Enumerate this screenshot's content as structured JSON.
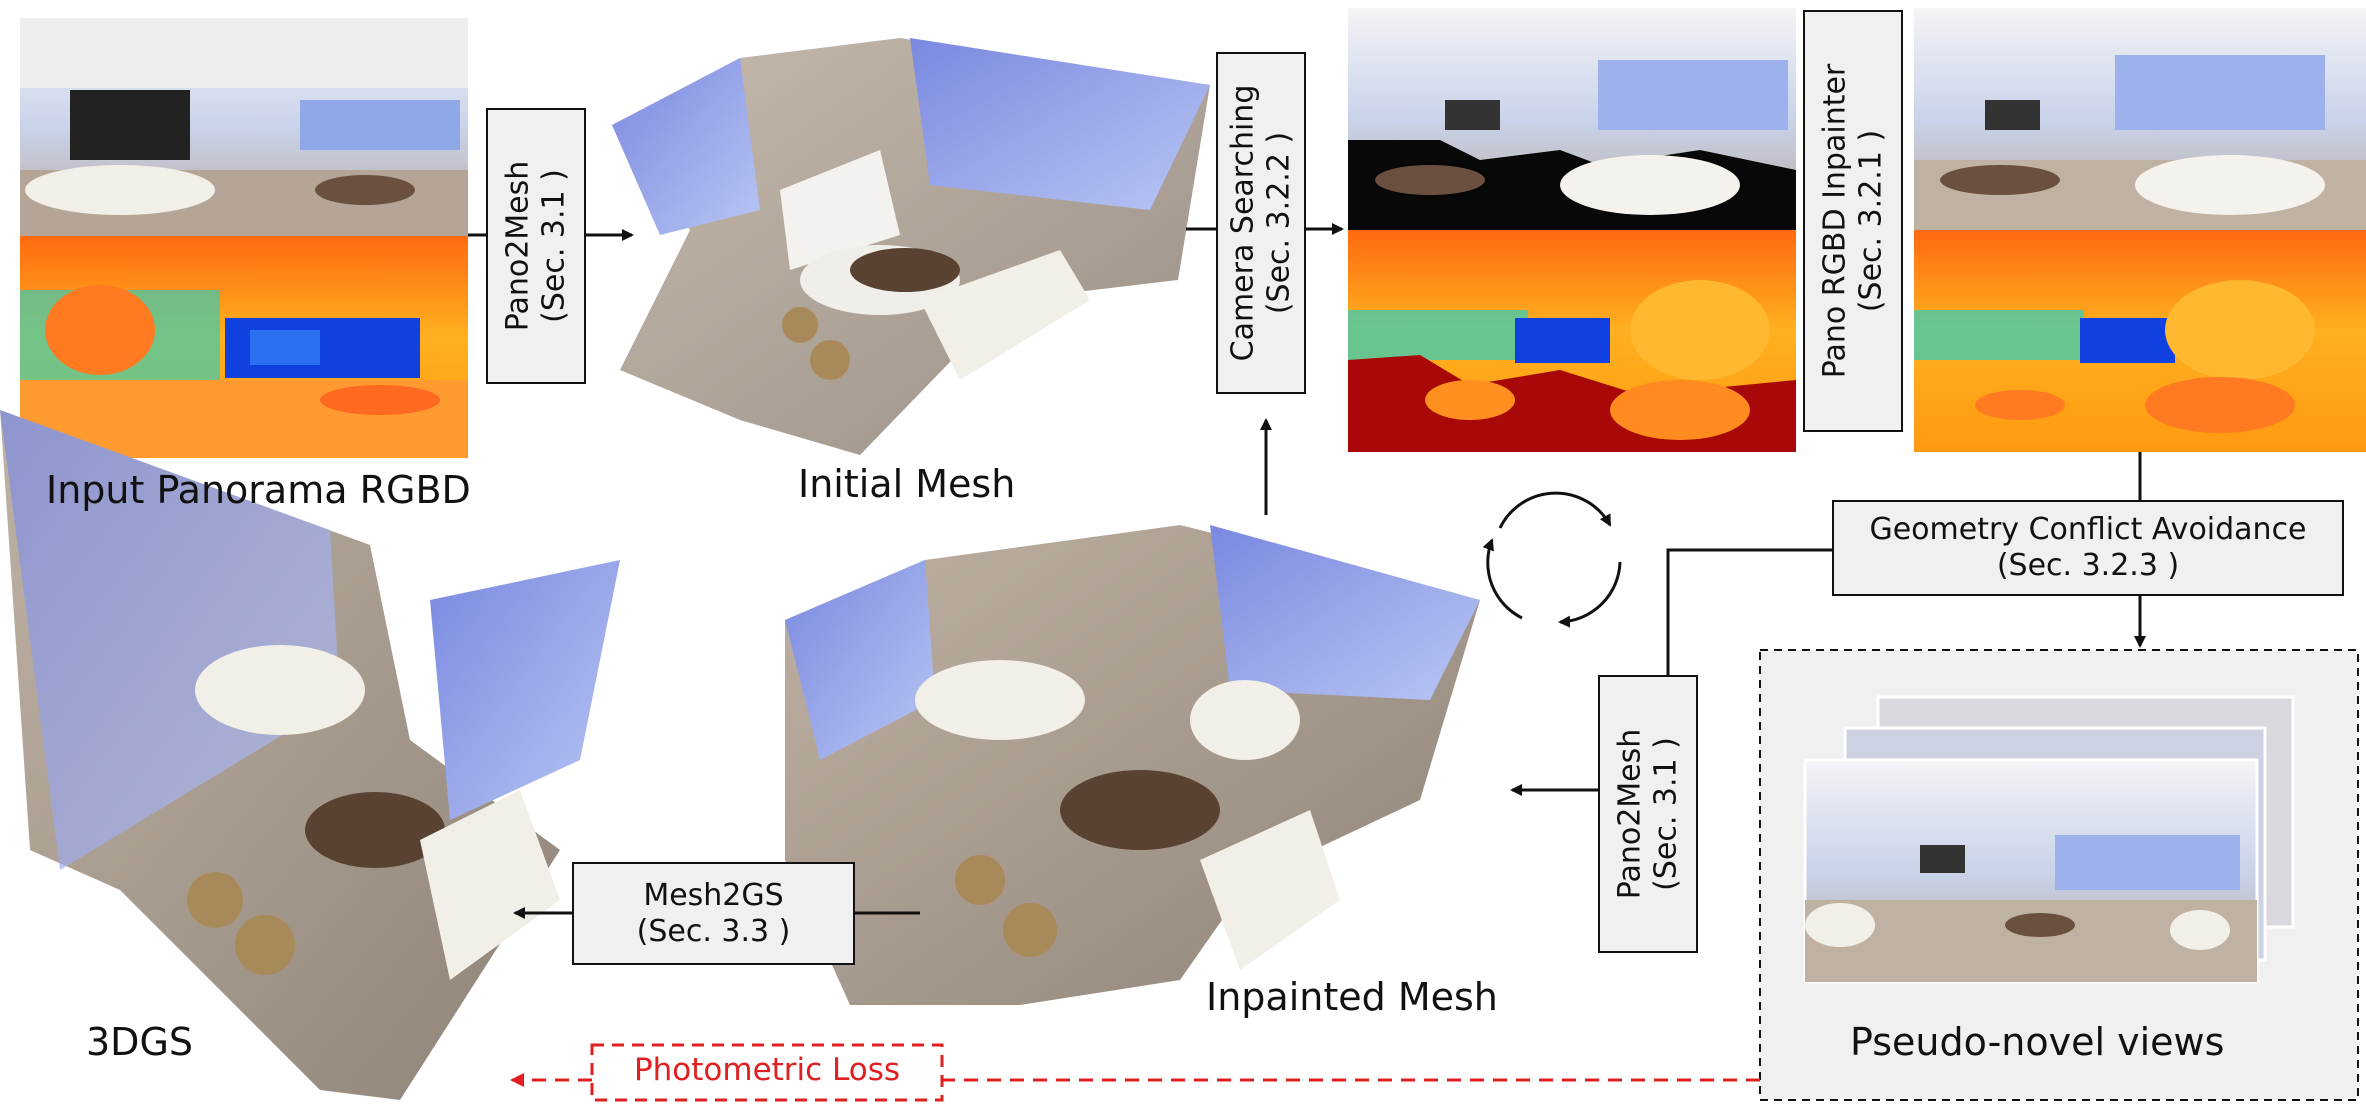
{
  "labels": {
    "input_panorama": "Input Panorama RGBD",
    "initial_mesh": "Initial Mesh",
    "inpainted_mesh": "Inpainted Mesh",
    "gs3d": "3DGS",
    "pseudo_novel": "Pseudo-novel views",
    "photometric_loss": "Photometric Loss"
  },
  "boxes": {
    "pano2mesh_top": {
      "line1": "Pano2Mesh",
      "line2": "(Sec. 3.1 )"
    },
    "camera_search": {
      "line1": "Camera Searching",
      "line2": "(Sec. 3.2.2 )"
    },
    "pano_inpainter": {
      "line1": "Pano RGBD Inpainter",
      "line2": "(Sec. 3.2.1 )"
    },
    "geometry_conflict": {
      "line1": "Geometry Conflict Avoidance",
      "line2": "(Sec. 3.2.3 )"
    },
    "pano2mesh_bottom": {
      "line1": "Pano2Mesh",
      "line2": "(Sec. 3.1 )"
    },
    "mesh2gs": {
      "line1": "Mesh2GS",
      "line2": "(Sec. 3.3 )"
    }
  },
  "colors": {
    "loss_red": "#e02020",
    "box_fill": "#f0f0f0"
  }
}
